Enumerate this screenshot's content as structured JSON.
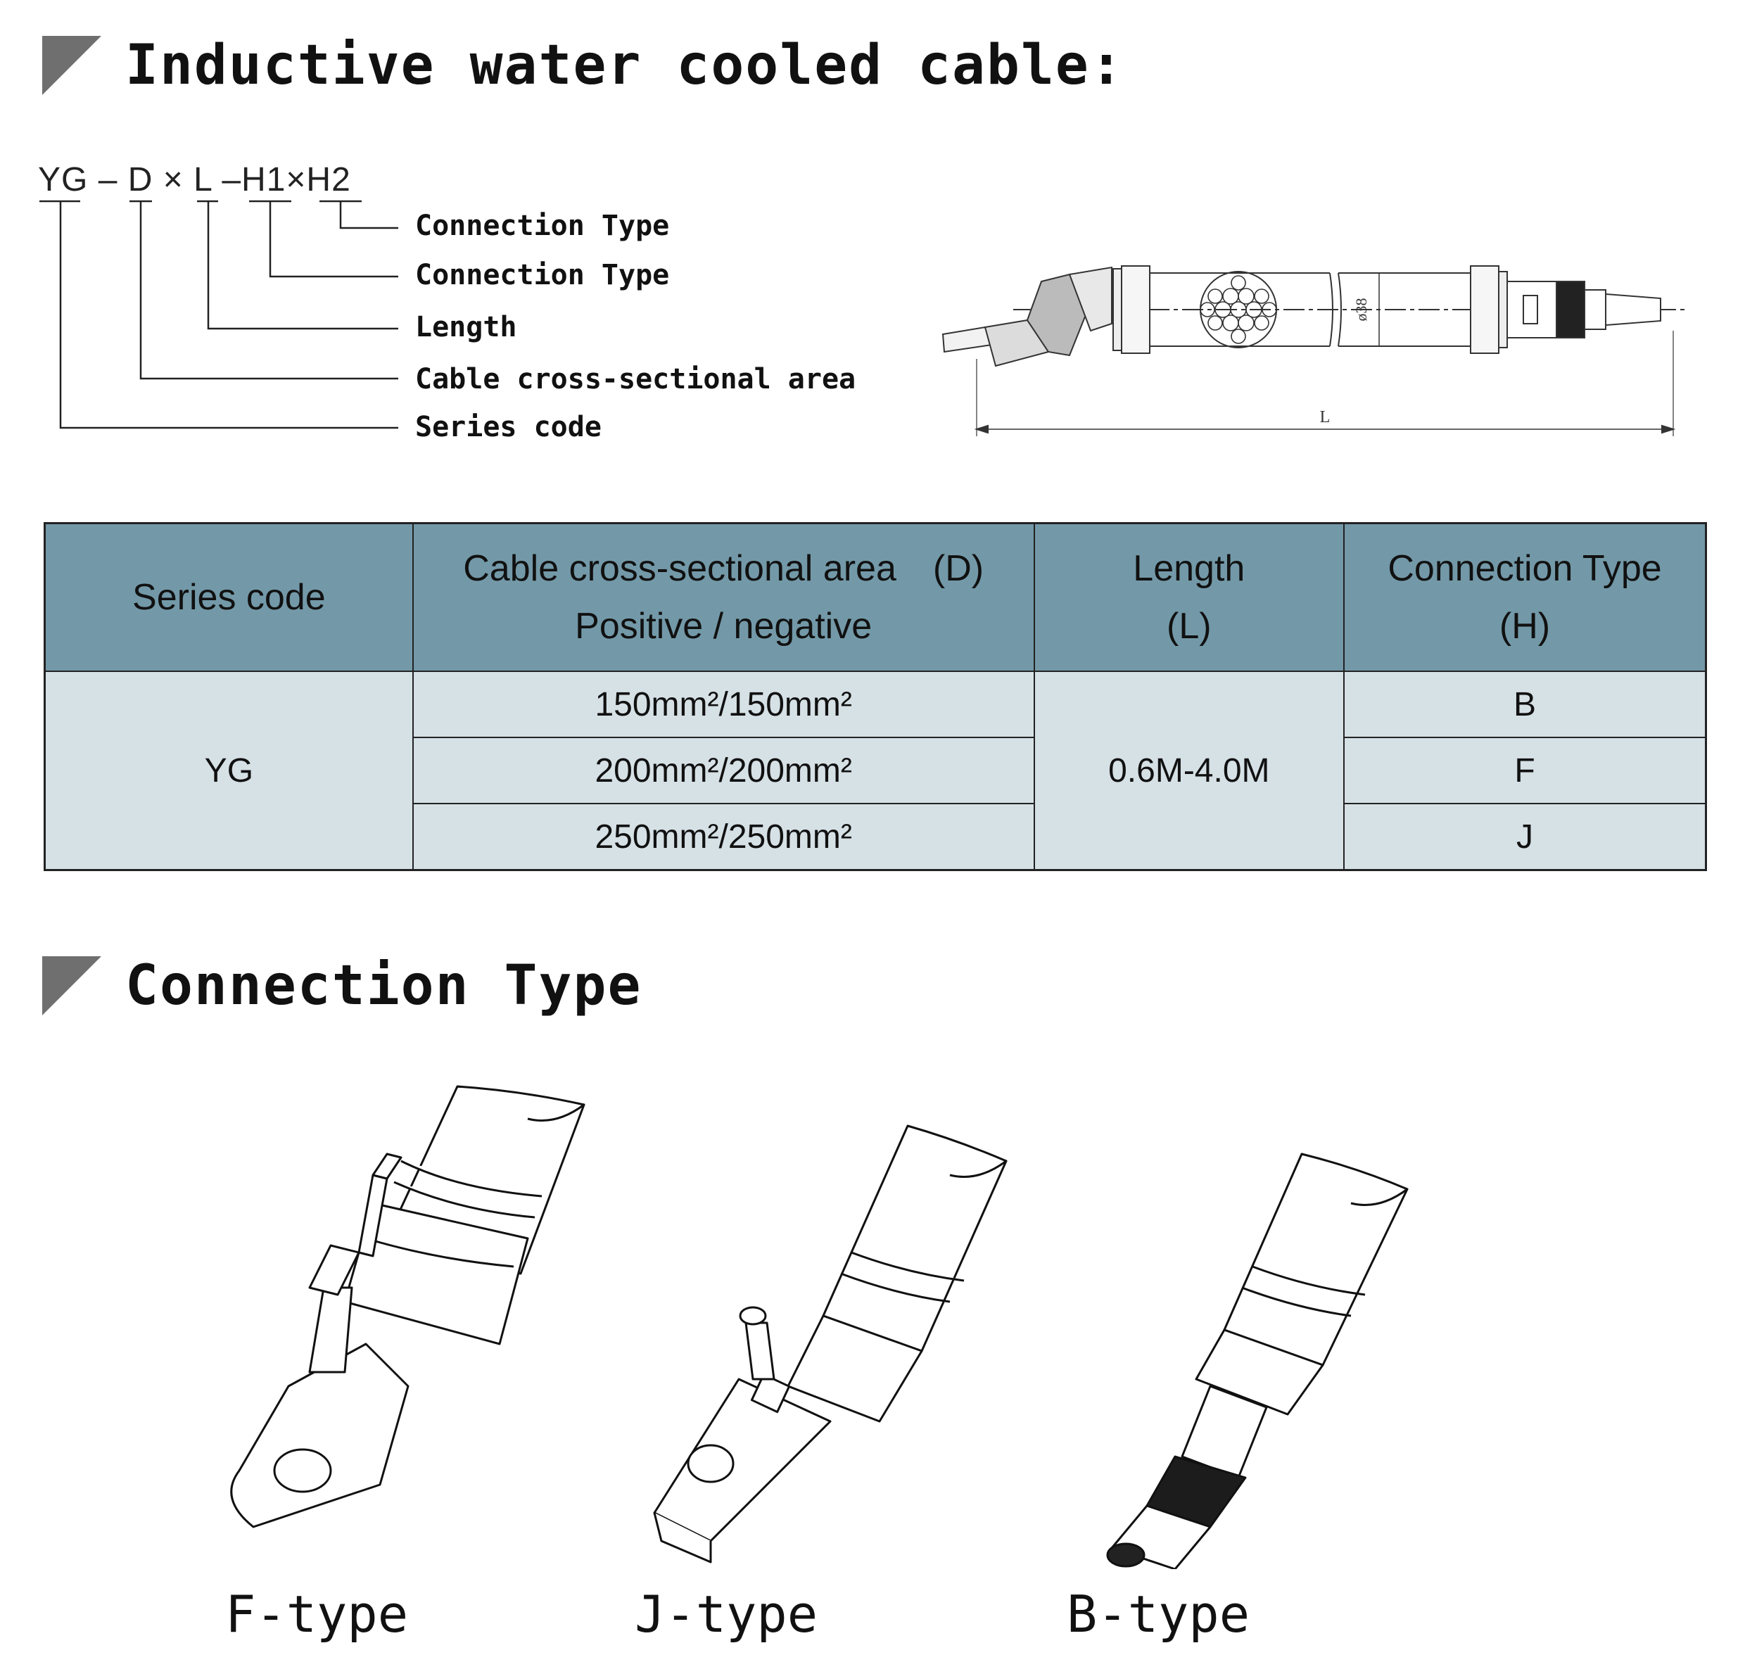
{
  "heading1": {
    "title": "Inductive water cooled cable:"
  },
  "model_code": {
    "formula": "YG – D × L –H1×H2",
    "legend": [
      "Connection Type",
      "Connection Type",
      "Length",
      "Cable cross-sectional area",
      "Series code"
    ]
  },
  "drawing_dims": {
    "diameter": "ø38",
    "length": "L"
  },
  "table": {
    "headers": {
      "series_code": "Series code",
      "area_line1": "Cable cross-sectional area　(D)",
      "area_line2": "Positive / negative",
      "length_line1": "Length",
      "length_line2": "(L)",
      "conn_line1": "Connection Type",
      "conn_line2": "(H)"
    },
    "series": "YG",
    "areas": [
      "150mm²/150mm²",
      "200mm²/200mm²",
      "250mm²/250mm²"
    ],
    "length": "0.6M-4.0M",
    "connection_types": [
      "B",
      "F",
      "J"
    ]
  },
  "heading2": {
    "title": "Connection Type"
  },
  "types": {
    "f": "F-type",
    "j": "J-type",
    "b": "B-type"
  },
  "colors": {
    "header_bg": "#7399a8",
    "body_bg": "#d6e1e6",
    "heading_marker": "#6f6f6f"
  }
}
